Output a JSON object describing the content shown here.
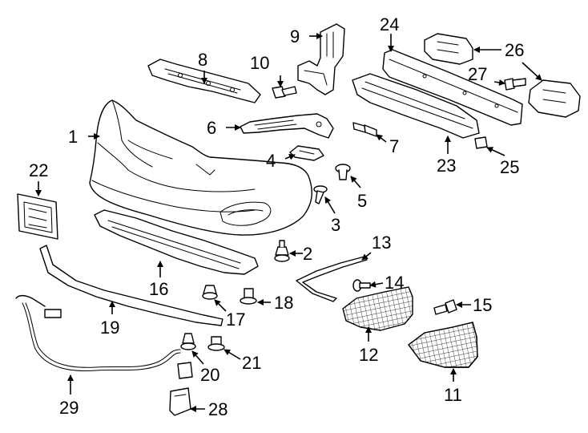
{
  "callouts": [
    {
      "id": "1",
      "label": "1"
    },
    {
      "id": "2",
      "label": "2"
    },
    {
      "id": "3",
      "label": "3"
    },
    {
      "id": "4",
      "label": "4"
    },
    {
      "id": "5",
      "label": "5"
    },
    {
      "id": "6",
      "label": "6"
    },
    {
      "id": "7",
      "label": "7"
    },
    {
      "id": "8",
      "label": "8"
    },
    {
      "id": "9",
      "label": "9"
    },
    {
      "id": "10",
      "label": "10"
    },
    {
      "id": "11",
      "label": "11"
    },
    {
      "id": "12",
      "label": "12"
    },
    {
      "id": "13",
      "label": "13"
    },
    {
      "id": "14",
      "label": "14"
    },
    {
      "id": "15",
      "label": "15"
    },
    {
      "id": "16",
      "label": "16"
    },
    {
      "id": "17",
      "label": "17"
    },
    {
      "id": "18",
      "label": "18"
    },
    {
      "id": "19",
      "label": "19"
    },
    {
      "id": "20",
      "label": "20"
    },
    {
      "id": "21",
      "label": "21"
    },
    {
      "id": "22",
      "label": "22"
    },
    {
      "id": "23",
      "label": "23"
    },
    {
      "id": "24",
      "label": "24"
    },
    {
      "id": "25",
      "label": "25"
    },
    {
      "id": "26",
      "label": "26"
    },
    {
      "id": "27",
      "label": "27"
    },
    {
      "id": "28",
      "label": "28"
    },
    {
      "id": "29",
      "label": "29"
    }
  ],
  "colors": {
    "line": "#000000",
    "background": "#ffffff"
  }
}
